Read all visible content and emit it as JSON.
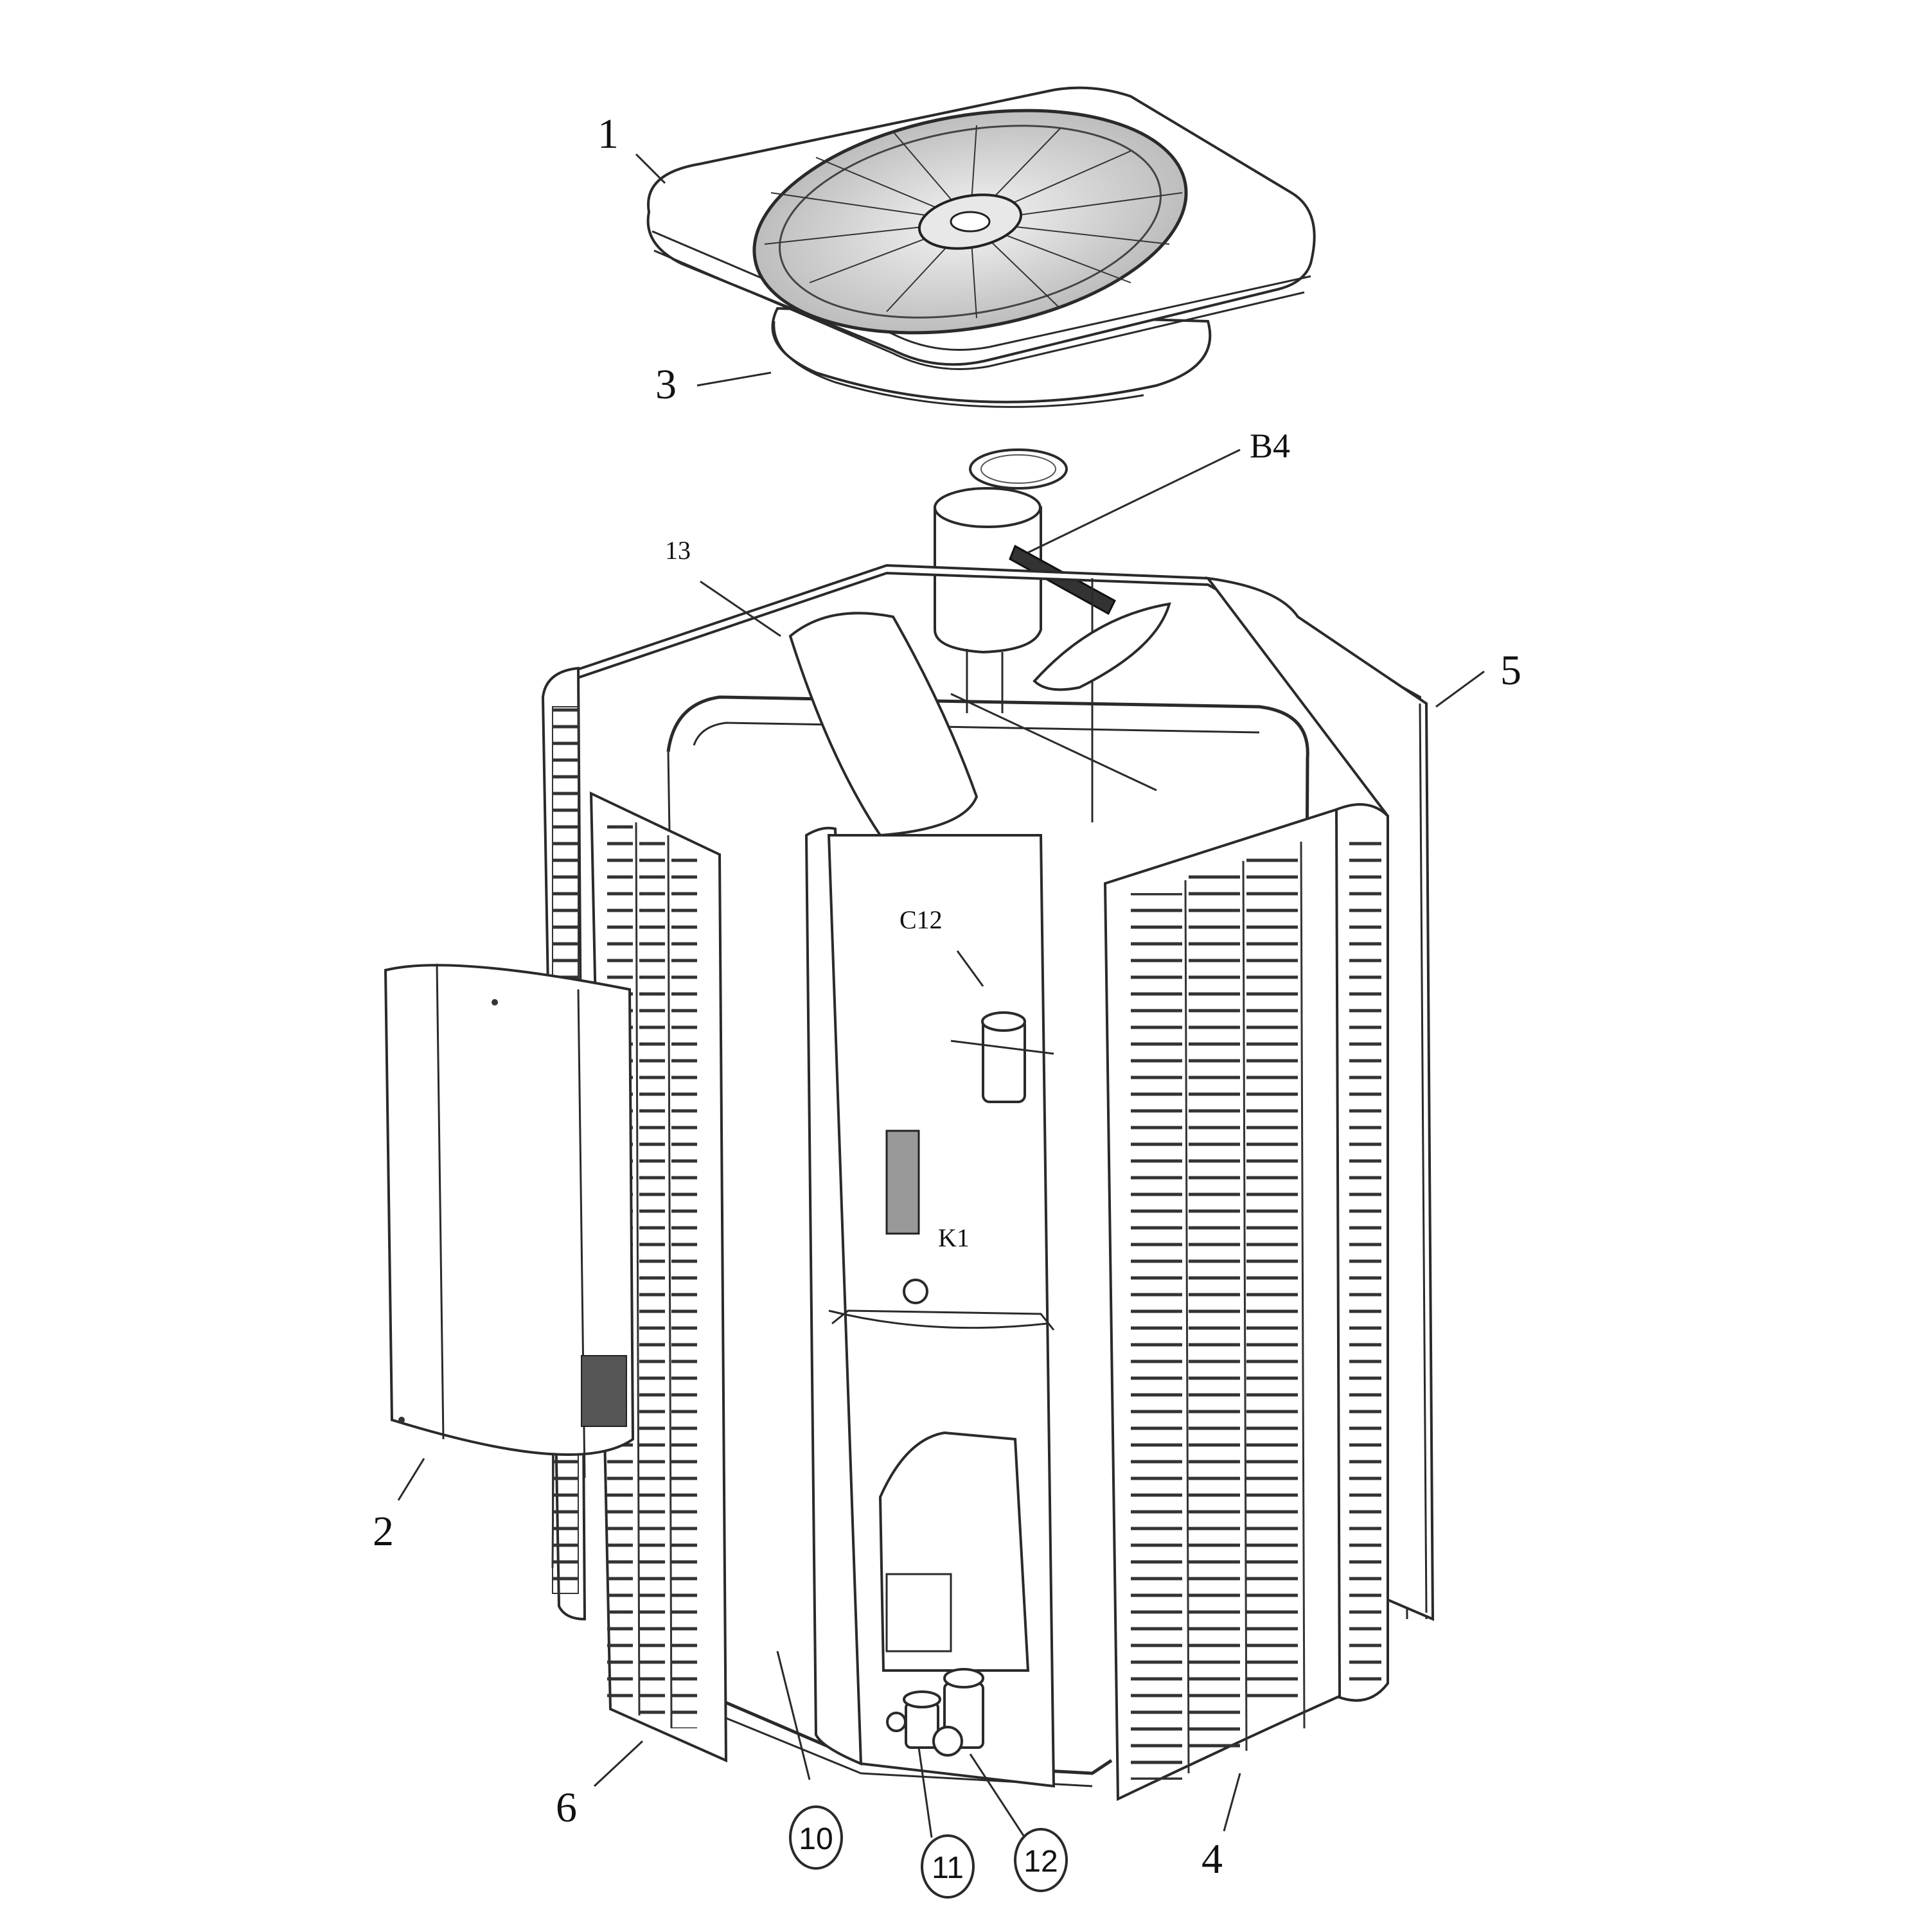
{
  "callouts": {
    "c1": "1",
    "c2": "2",
    "c3": "3",
    "c4": "4",
    "c5": "5",
    "c6": "6",
    "c10": "10",
    "c11": "11",
    "c12": "12",
    "c13": "13",
    "b4": "B4",
    "c12_comp": "C12",
    "k1": "K1"
  },
  "colors": {
    "line": "#2a2a2a",
    "background": "#ffffff"
  }
}
